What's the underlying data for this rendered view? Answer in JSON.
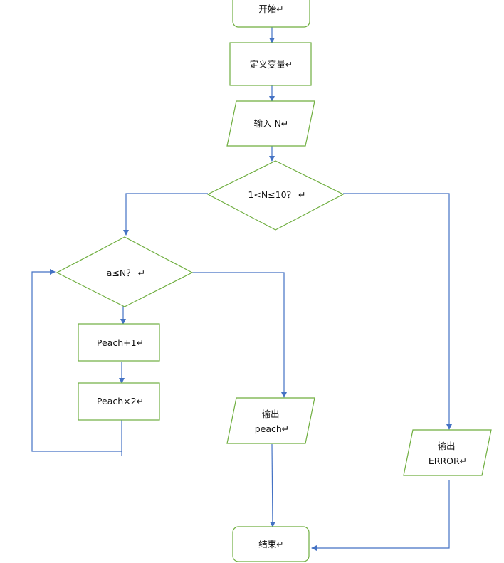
{
  "diagram": {
    "nodes": {
      "start": {
        "text": "开始↵"
      },
      "define_vars": {
        "text": "定义变量↵"
      },
      "input_n": {
        "text": "输入 N↵"
      },
      "check_range": {
        "text": "1<N≤10？ ↵"
      },
      "check_a": {
        "text": "a≤N？ ↵"
      },
      "peach_plus": {
        "text": "Peach+1↵"
      },
      "peach_times": {
        "text": "Peach×2↵"
      },
      "output_peach": {
        "line1": "输出",
        "line2": "peach↵"
      },
      "output_error": {
        "line1": "输出",
        "line2": "ERROR↵"
      },
      "end": {
        "text": "结束↵"
      }
    }
  }
}
